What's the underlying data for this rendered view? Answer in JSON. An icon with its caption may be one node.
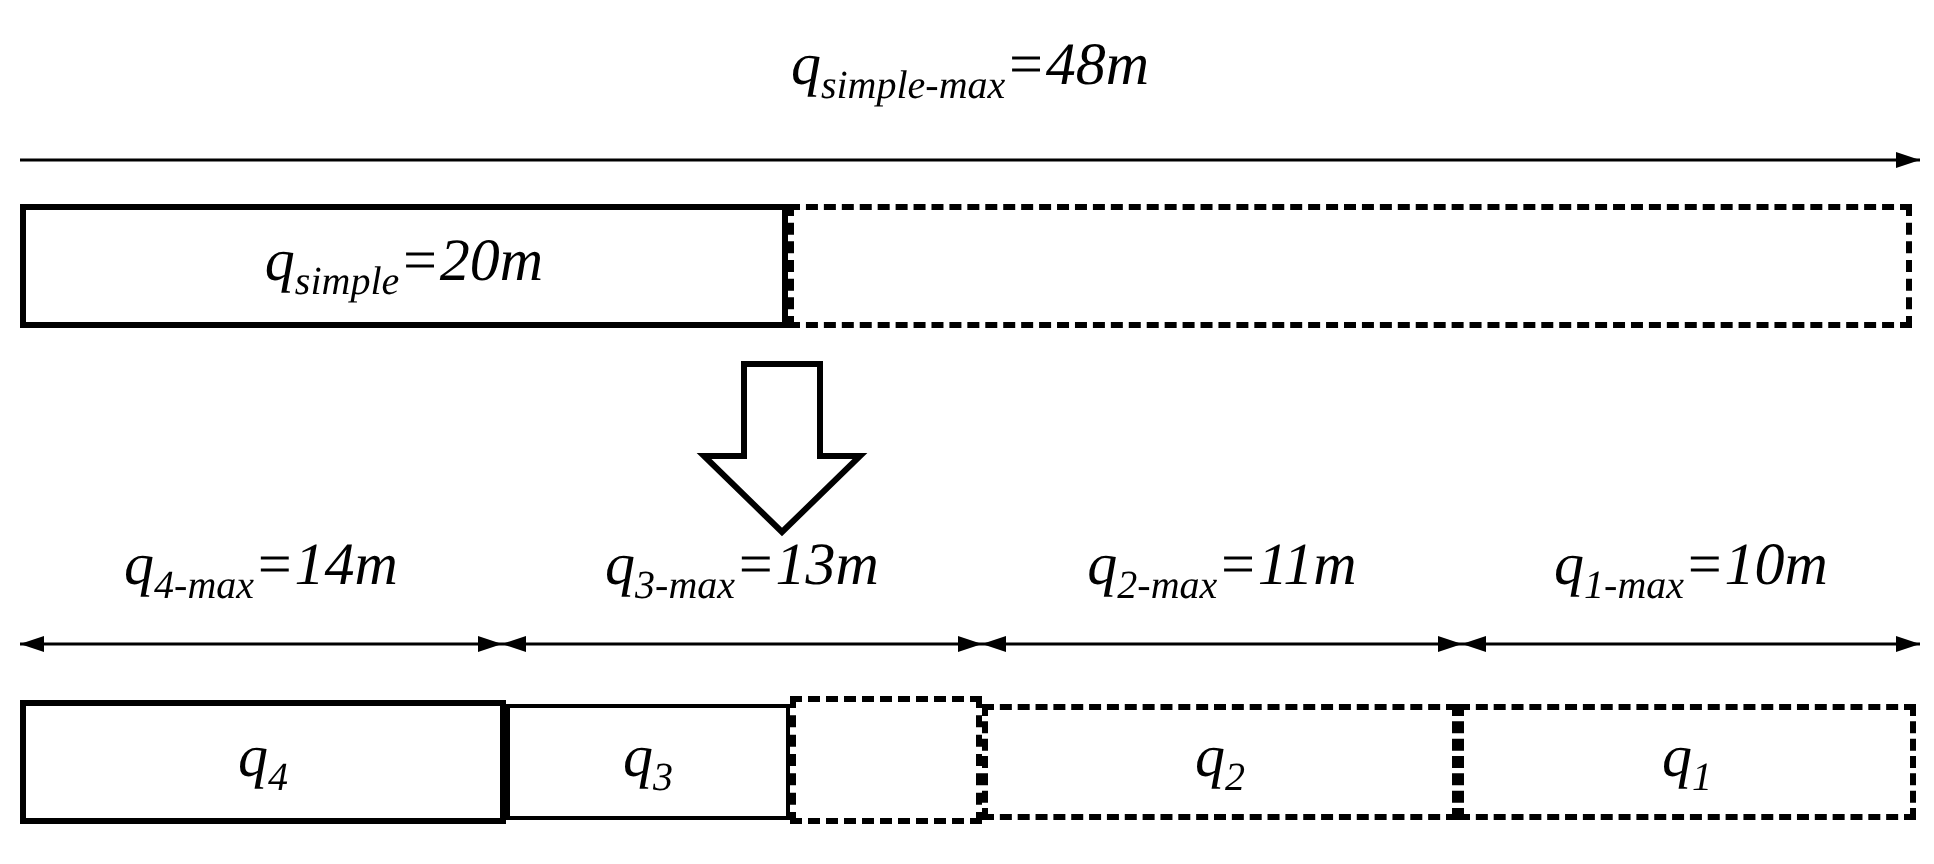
{
  "diagram": {
    "nodes": [
      {
        "text": [
          "q$_{simple}$=20m"
        ]
      },
      {
        "text": [],
        "shape": "box"
      },
      {
        "text": [
          "q$_{4}$"
        ]
      },
      {
        "text": [
          "q$_{3}$"
        ]
      },
      {
        "text": [],
        "shape": "box"
      },
      {
        "text": [
          "q$_{2}$"
        ]
      },
      {
        "text": [
          "q$_{1}$"
        ]
      }
    ],
    "edges": [],
    "labels": [
      "q$_{simple-max}$=48m",
      "q$_{4-max}$=14m",
      "q$_{3-max}$=13m",
      "q$_{2-max}$=11m",
      "q$_{1-max}$=10m"
    ]
  }
}
